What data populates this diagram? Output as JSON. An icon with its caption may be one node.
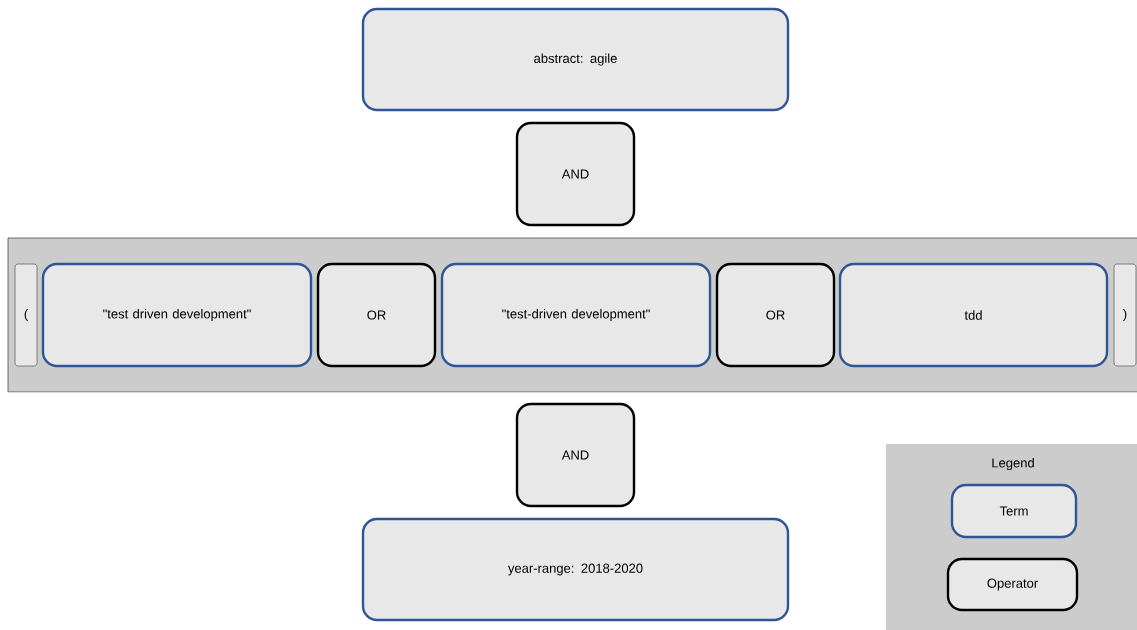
{
  "diagram": {
    "nodes": [
      {
        "text": [
          "abstract: agile"
        ]
      },
      {
        "text": [
          "AND"
        ]
      },
      {
        "text": [],
        "shape": "box"
      },
      {
        "text": [
          "("
        ],
        "in": 2
      },
      {
        "text": [
          "\"test driven development\""
        ],
        "in": 2
      },
      {
        "text": [
          "OR"
        ],
        "in": 2
      },
      {
        "text": [
          "\"test-driven development\""
        ],
        "in": 2
      },
      {
        "text": [
          "OR"
        ],
        "in": 2
      },
      {
        "text": [
          "tdd"
        ],
        "in": 2
      },
      {
        "text": [
          ")"
        ],
        "in": 2
      },
      {
        "text": [
          "AND"
        ]
      },
      {
        "text": [
          "year-range: 2018-2020"
        ]
      }
    ],
    "edges": [],
    "labels": [
      "Legend"
    ],
    "legend": [
      {
        "text": "Term"
      },
      {
        "text": "Operator"
      }
    ]
  }
}
